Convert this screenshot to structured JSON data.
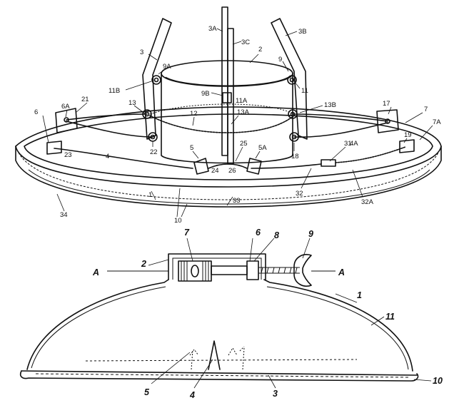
{
  "figure_top": {
    "labels": [
      "3A",
      "3B",
      "3C",
      "3",
      "2",
      "9",
      "9A",
      "11",
      "11B",
      "9B",
      "11A",
      "13B",
      "21",
      "6A",
      "13",
      "12",
      "13A",
      "17",
      "7",
      "6",
      "7A",
      "4A",
      "19",
      "23",
      "22",
      "4",
      "5",
      "25",
      "5A",
      "18",
      "31",
      "24",
      "26",
      "32A",
      "32",
      "1",
      "34",
      "10",
      "33"
    ]
  },
  "figure_bottom": {
    "labels": [
      "7",
      "6",
      "8",
      "9",
      "2",
      "A",
      "A",
      "1",
      "11",
      "5",
      "4",
      "3",
      "10"
    ]
  }
}
